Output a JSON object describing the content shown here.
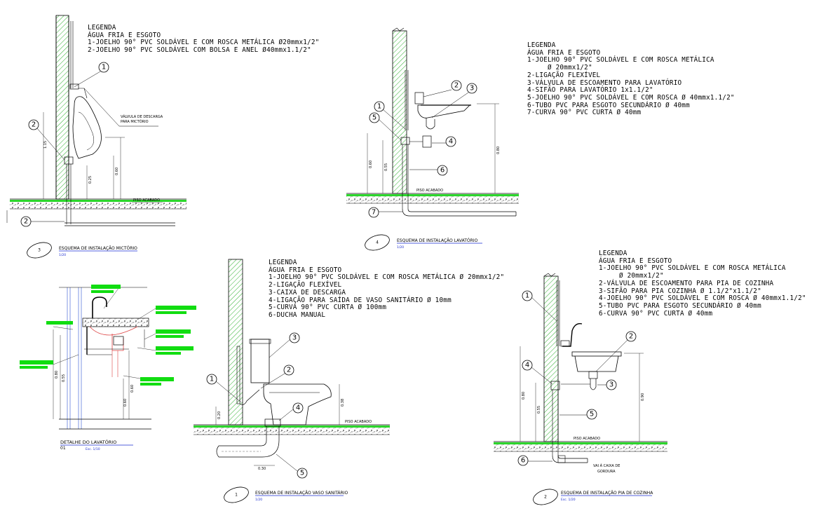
{
  "legends": [
    {
      "id": "mictorio",
      "title": "LEGENDA",
      "subtitle": "ÁGUA FRIA E ESGOTO",
      "items": [
        "1-JOELHO 90° PVC SOLDÁVEL E COM ROSCA METÁLICA Ø20mmx1/2\"",
        "2-JOELHO 90° PVC SOLDÁVEL COM BOLSA E ANEL Ø40mmx1.1/2\""
      ]
    },
    {
      "id": "lavatorio",
      "title": "LEGENDA",
      "subtitle": "ÁGUA FRIA E ESGOTO",
      "items": [
        "1-JOELHO 90° PVC SOLDÁVEL E COM ROSCA METÁLICA",
        "     Ø 20mmx1/2\"",
        "2-LIGAÇÃO FLEXÍVEL",
        "3-VÁLVULA DE ESCOAMENTO PARA LAVATÓRIO",
        "4-SIFÃO PARA LAVATÓRIO 1x1.1/2\"",
        "5-JOELHO 90° PVC SOLDÁVEL E COM ROSCA Ø 40mmx1.1/2\"",
        "6-TUBO PVC PARA ESGOTO SECUNDÁRIO Ø 40mm",
        "7-CURVA 90° PVC CURTA Ø 40mm"
      ]
    },
    {
      "id": "vaso",
      "title": "LEGENDA",
      "subtitle": "ÁGUA FRIA E ESGOTO",
      "items": [
        "1-JOELHO 90° PVC SOLDÁVEL E COM ROSCA METÁLICA Ø 20mmx1/2\"",
        "2-LIGAÇÃO FLEXÍVEL",
        "3-CAIXA DE DESCARGA",
        "4-LIGAÇÃO PARA SAÍDA DE VASO SANITÁRIO Ø 10mm",
        "5-CURVA 90° PVC CURTA Ø 100mm",
        "6-DUCHA MANUAL"
      ]
    },
    {
      "id": "cozinha",
      "title": "LEGENDA",
      "subtitle": "ÁGUA FRIA E ESGOTO",
      "items": [
        "1-JOELHO 90° PVC SOLDÁVEL E COM ROSCA METÁLICA",
        "     Ø 20mmx1/2\"",
        "2-VÁLVULA DE ESCOAMENTO PARA PIA DE COZINHA",
        "3-SIFÃO PARA PIA COZINHA Ø 1.1/2\"x1.1/2\"",
        "4-JOELHO 90° PVC SOLDÁVEL E COM ROSCA Ø 40mmx1.1/2\"",
        "5-TUBO PVC PARA ESGOTO SECUNDÁRIO Ø 40mm",
        "6-CURVA 90° PVC CURTA Ø 40mm"
      ]
    }
  ],
  "titles": {
    "mictorio": {
      "number": "3",
      "text": "ESQUEMA DE INSTALAÇÃO MICTÓRIO",
      "scale": "1/20"
    },
    "lavatorio": {
      "number": "4",
      "text": "ESQUEMA DE INSTALAÇÃO LAVATÓRIO",
      "scale": "1/20"
    },
    "detalhe": {
      "number": "01",
      "text": "DETALHE DO LAVATÓRIO",
      "scale": "Esc. 1/10"
    },
    "vaso": {
      "number": "1",
      "text": "ESQUEMA DE INSTALAÇÃO VASO SANITÁRIO",
      "scale": "1/20"
    },
    "cozinha": {
      "number": "2",
      "text": "ESQUEMA DE INSTALAÇÃO PIA DE COZINHA",
      "scale": "Esc. 1/20"
    }
  },
  "annotations": {
    "piso": "PISO ACABADO",
    "valvula_l1": "VÁLVULA DE DESCARGA",
    "valvula_l2": "PARA MICTÓRIO",
    "vai_l1": "VAI À CAIXA DE",
    "vai_l2": "GORDURA"
  },
  "colors": {
    "floor": "#2bd62b",
    "wall_hatch": "#18a818",
    "title_line": "#1a2bd0",
    "label_fill": "#11dd11"
  }
}
